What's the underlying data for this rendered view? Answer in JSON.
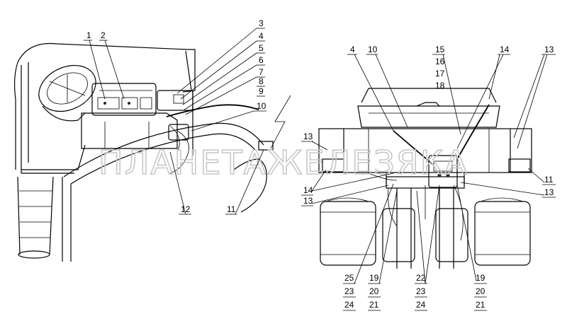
{
  "watermark": "ПЛАНЕТАЖЕЛЕЗЯКА",
  "callouts_left": [
    "1",
    "2",
    "3",
    "4",
    "5",
    "6",
    "7",
    "8",
    "9",
    "10",
    "11",
    "12"
  ],
  "callouts_right": [
    "4",
    "10",
    "15",
    "16",
    "17",
    "18",
    "14",
    "13",
    "13",
    "14",
    "13",
    "11",
    "13",
    "25",
    "23",
    "24",
    "19",
    "20",
    "21",
    "22",
    "23",
    "24",
    "19",
    "20",
    "21"
  ]
}
